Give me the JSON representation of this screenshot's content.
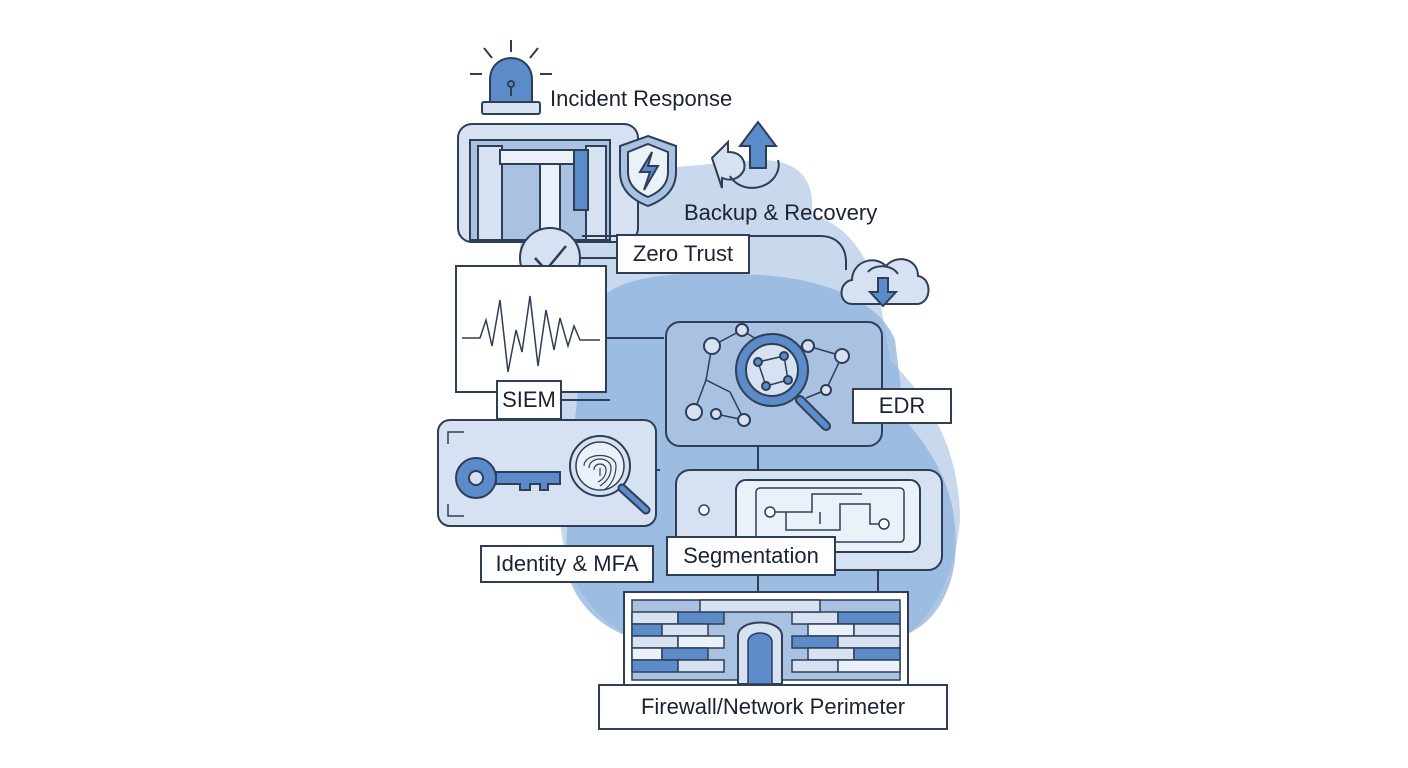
{
  "labels": {
    "incident_response": "Incident Response",
    "backup_recovery": "Backup & Recovery",
    "zero_trust": "Zero Trust",
    "siem": "SIEM",
    "edr": "EDR",
    "identity_mfa": "Identity & MFA",
    "segmentation": "Segmentation",
    "firewall": "Firewall/Network Perimeter"
  },
  "colors": {
    "outline": "#2f3e57",
    "fill_light": "#d6e2f1",
    "fill_mid": "#a9c2e2",
    "fill_accent": "#5b8bc9",
    "blob": "#c8d9ee",
    "blob_dark": "#8fb2dc"
  },
  "icons": [
    "alarm-icon",
    "shield-lightning-icon",
    "refresh-arrows-icon",
    "checkmark-icon",
    "waveform-icon",
    "cloud-download-icon",
    "network-magnifier-icon",
    "key-icon",
    "fingerprint-magnifier-icon",
    "circuit-icon",
    "brick-wall-icon"
  ]
}
